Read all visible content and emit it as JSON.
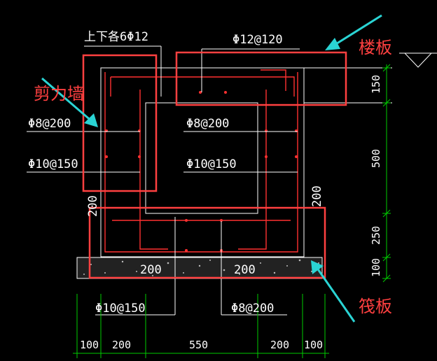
{
  "diagram": {
    "labels": {
      "top_bars": "上下各6Φ12",
      "slab_bars": "Φ12@120",
      "wall_hbar_left": "Φ8@200",
      "wall_hbar_right": "Φ8@200",
      "wall_vbar_left": "Φ10@150",
      "wall_vbar_right": "Φ10@150",
      "bottom_left": "Φ10@150",
      "bottom_right": "Φ8@200",
      "inner_200_a": "200",
      "inner_200_b": "200",
      "side_200_left": "200",
      "side_200_right": "200"
    },
    "annotations": {
      "slab": "楼板",
      "shear_wall": "剪力墙",
      "raft": "筏板"
    },
    "dims_right": [
      "150",
      "500",
      "250",
      "100"
    ],
    "dims_bottom": [
      "100",
      "200",
      "550",
      "200",
      "100"
    ],
    "colors": {
      "background": "#000000",
      "lines": "#ffffff",
      "rebar": "#ff3030",
      "dimension": "#00cc00",
      "highlight": "#ff4040",
      "arrow": "#2ad4d4"
    }
  }
}
